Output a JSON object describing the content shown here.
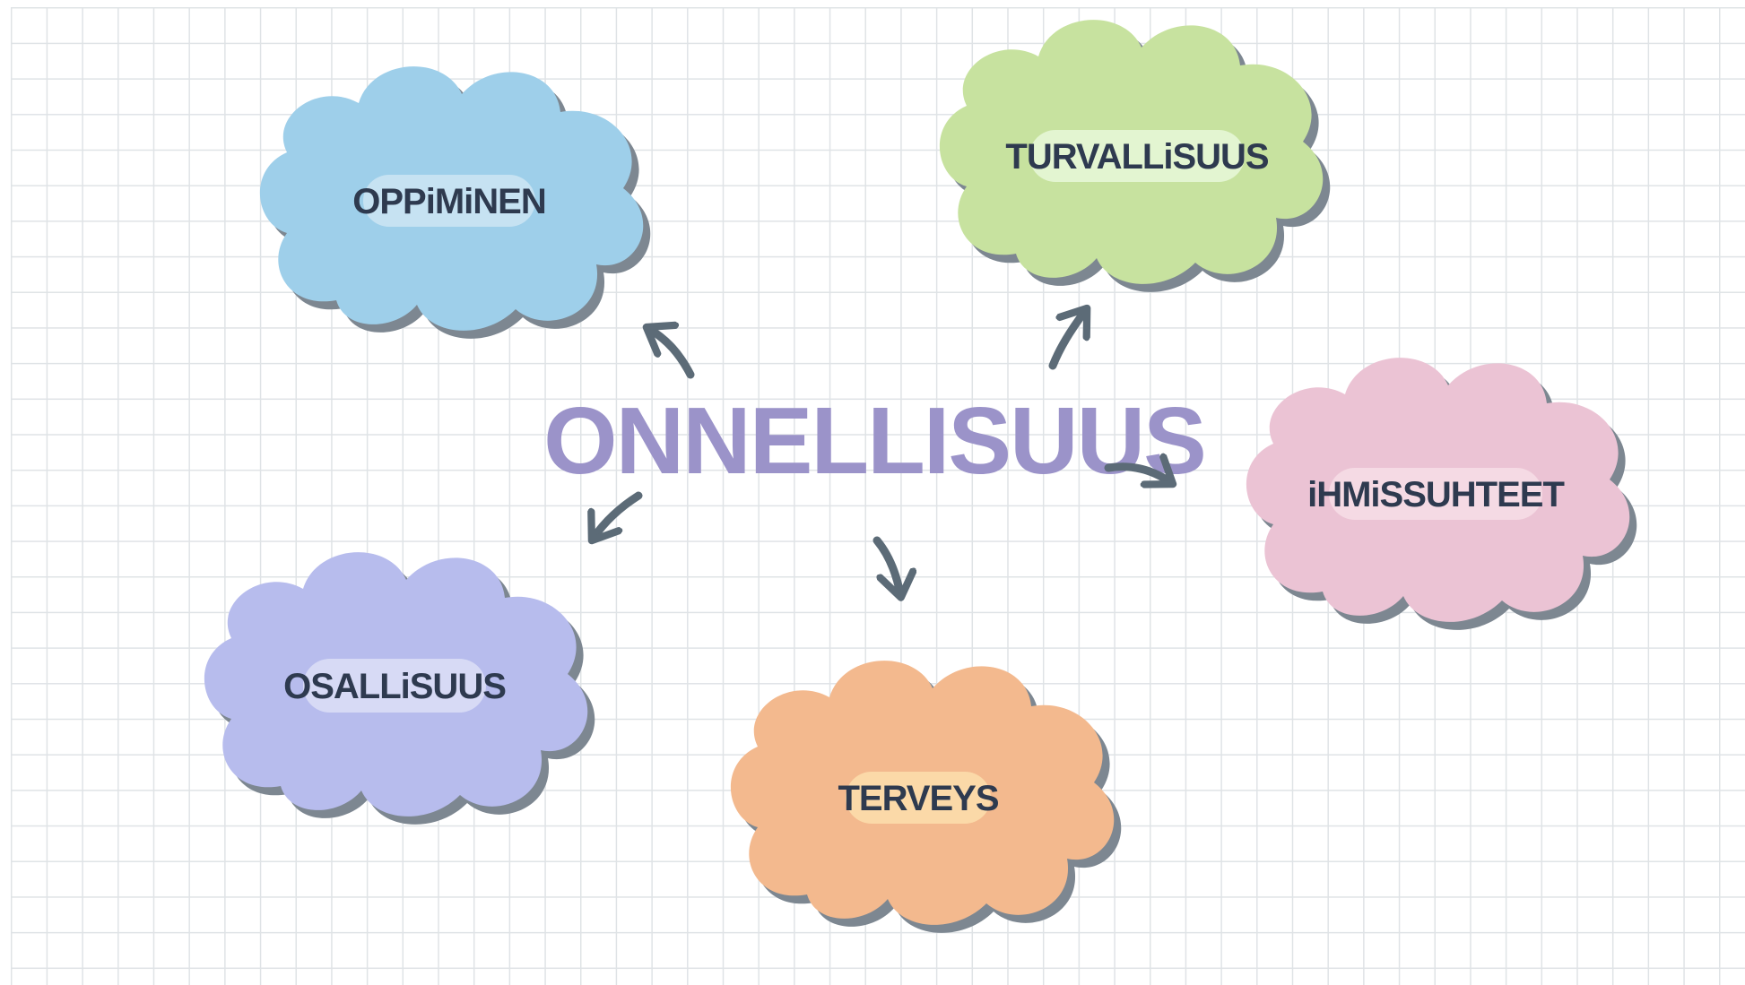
{
  "diagram": {
    "center_label": "ONNELLISUUS",
    "colors": {
      "title": "#9b93c9",
      "arrow": "#5c6b77",
      "text": "#2e3a4f",
      "shadow": "#7d8791",
      "grid": "#dfe3e6"
    },
    "nodes": [
      {
        "id": "oppiminen",
        "label": "OPPiMiNEN",
        "cloud_color": "#9ecfea",
        "pill_color": "#c6e2f2"
      },
      {
        "id": "turvallisuus",
        "label": "TURVALLiSUUS",
        "cloud_color": "#c7e29f",
        "pill_color": "#e3f5d1"
      },
      {
        "id": "ihmissuhteet",
        "label": "iHMiSSUHTEET",
        "cloud_color": "#ebc3d4",
        "pill_color": "#f5dae4"
      },
      {
        "id": "osallisuus",
        "label": "OSALLiSUUS",
        "cloud_color": "#b7bced",
        "pill_color": "#d7daf5"
      },
      {
        "id": "terveys",
        "label": "TERVEYS",
        "cloud_color": "#f3b98e",
        "pill_color": "#fbd9a8"
      }
    ]
  }
}
